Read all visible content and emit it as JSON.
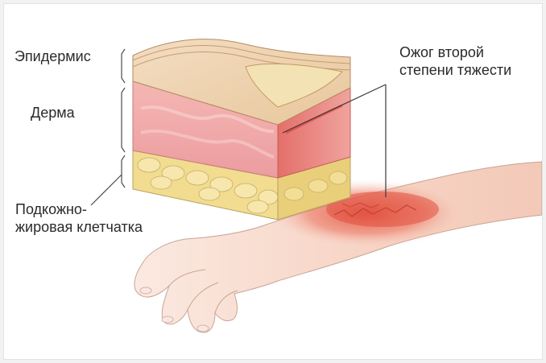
{
  "labels": {
    "epidermis": "Эпидермис",
    "dermis": "Дерма",
    "subcutaneous_line1": "Подкожно-",
    "subcutaneous_line2": "жировая клетчатка",
    "burn_line1": "Ожог второй",
    "burn_line2": "степени тяжести"
  },
  "colors": {
    "background": "#ffffff",
    "label_text": "#2a2a2a",
    "skin": "#f6d3c4",
    "burn": "#e5604f",
    "fat": "#f1dc8f",
    "dermis": "#ec9fa1"
  }
}
